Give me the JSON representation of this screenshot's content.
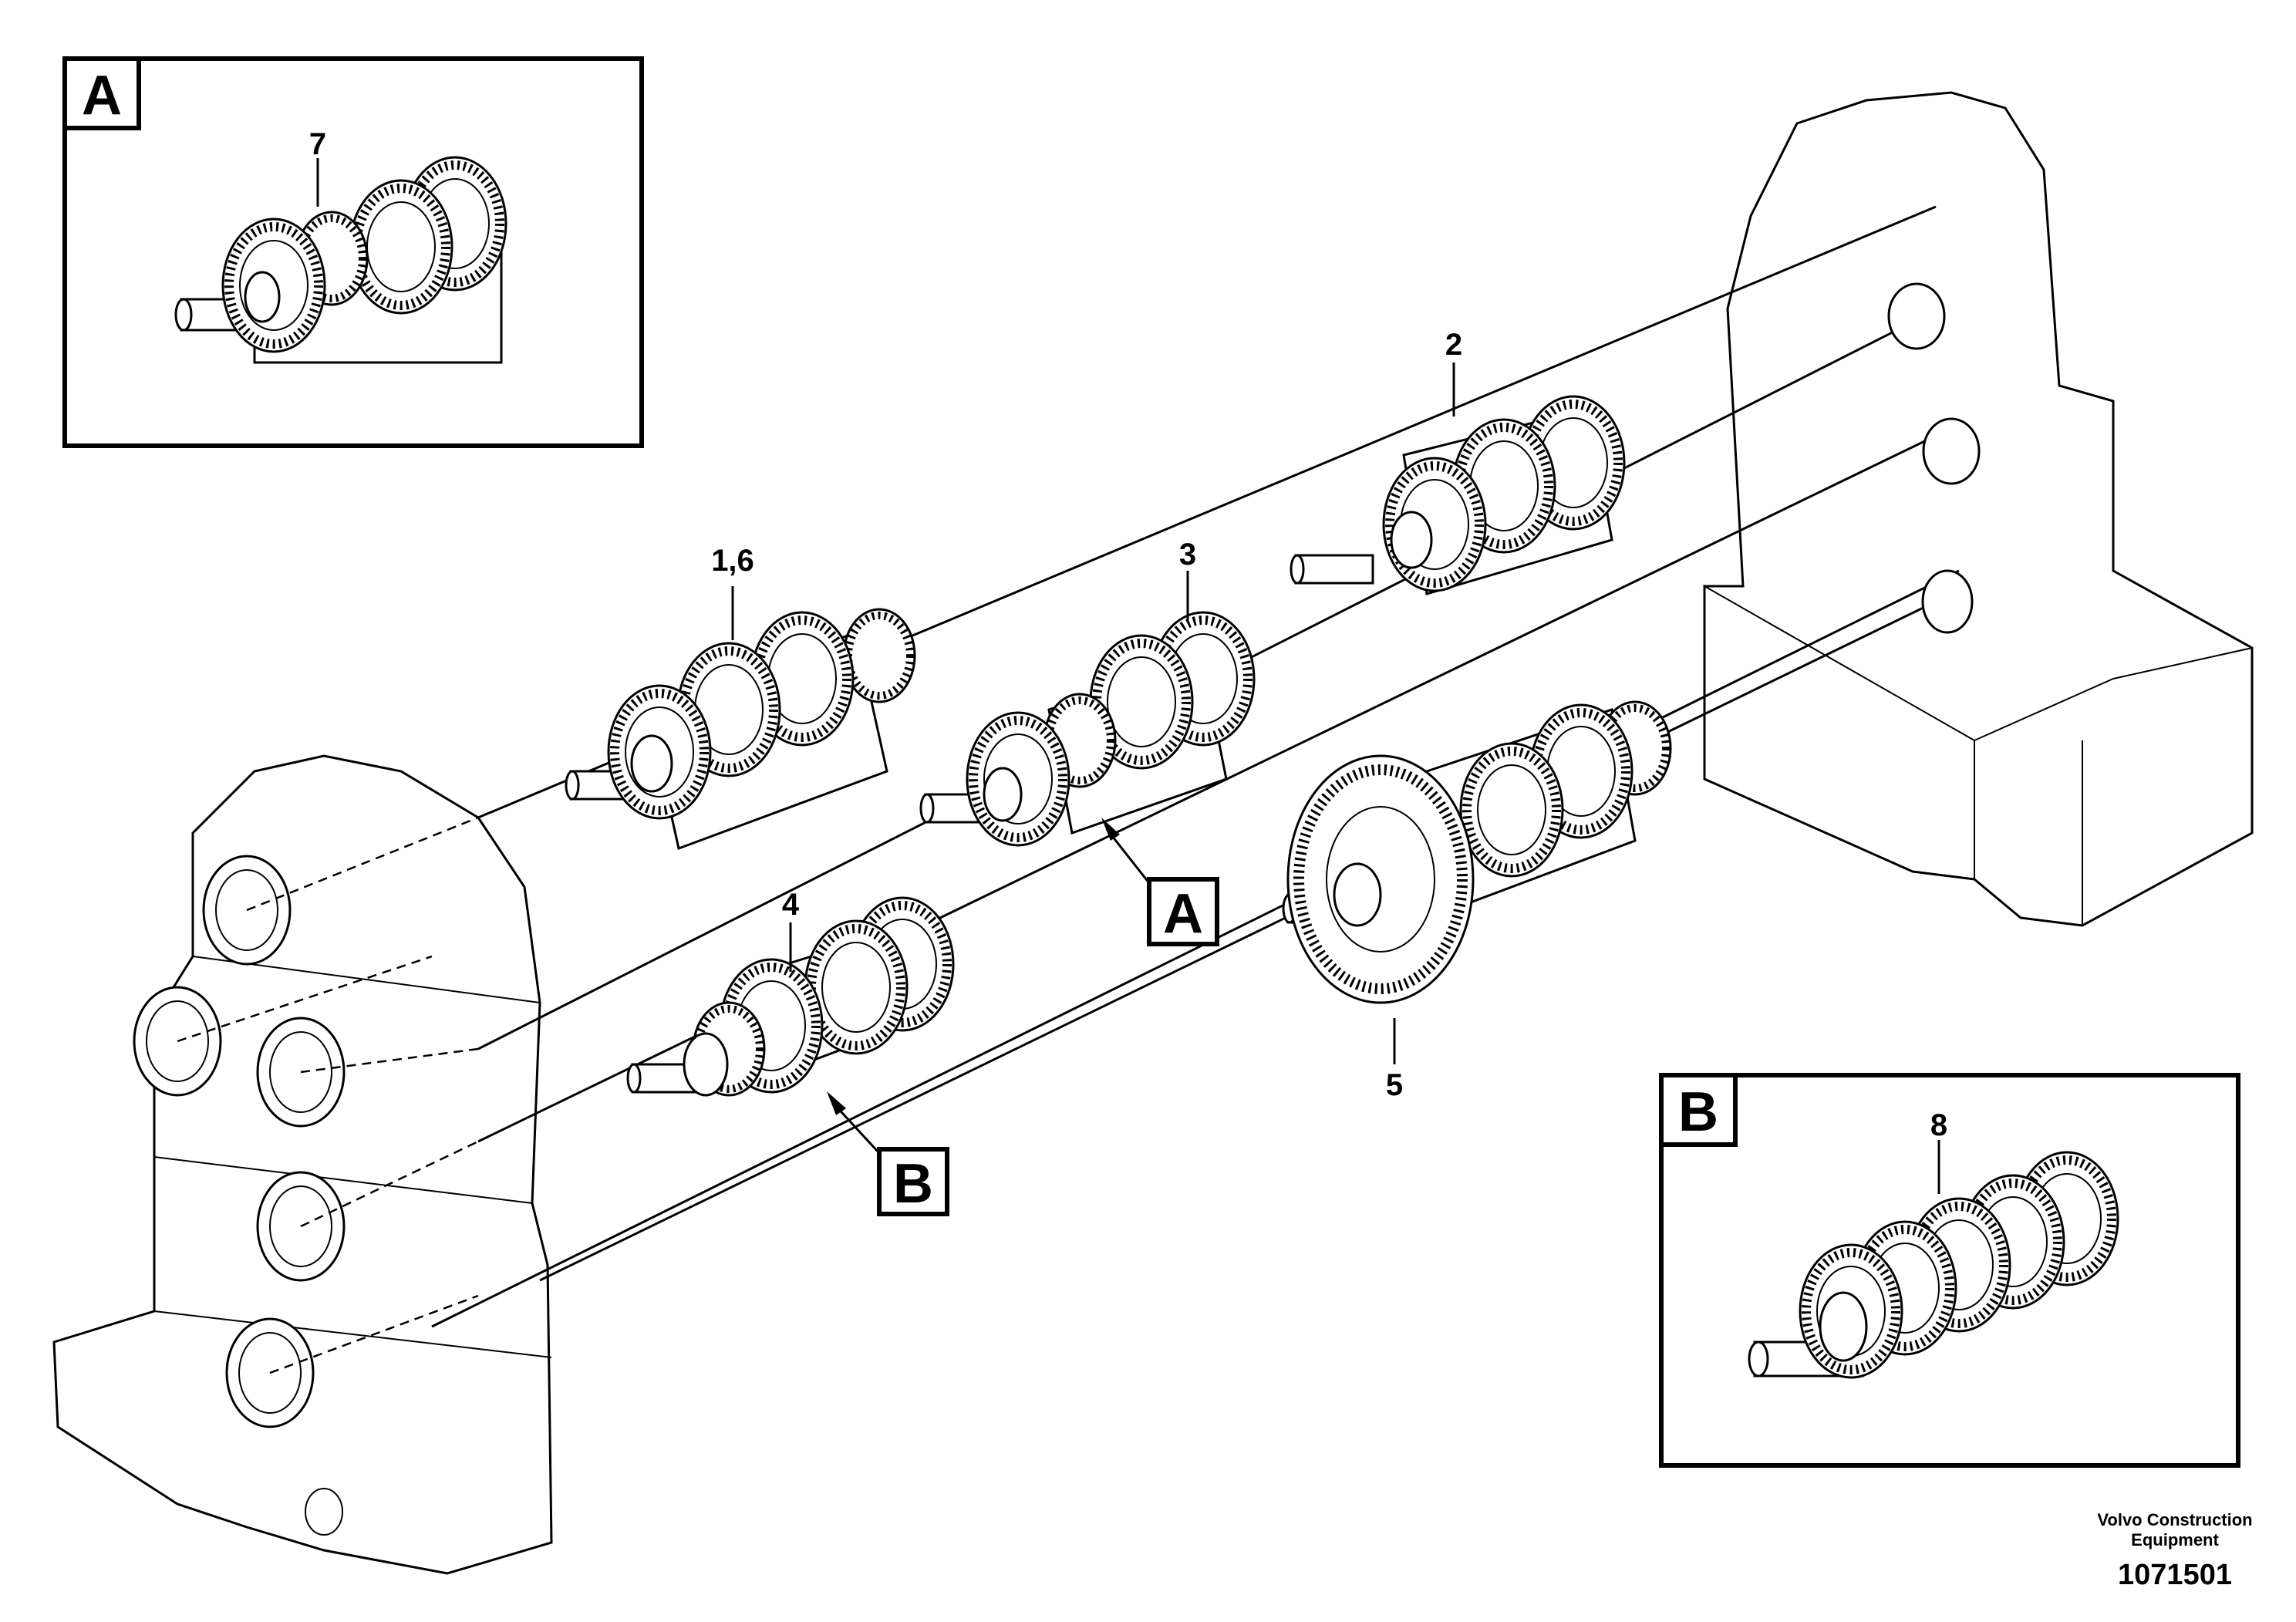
{
  "callouts": {
    "c1": "1,6",
    "c2": "2",
    "c3": "3",
    "c4": "4",
    "c5": "5",
    "c7": "7",
    "c8": "8"
  },
  "detail_tags": {
    "a_main": "A",
    "b_main": "B",
    "a_inset": "A",
    "b_inset": "B"
  },
  "footer": {
    "company_line1": "Volvo Construction",
    "company_line2": "Equipment",
    "drawing_number": "1071501"
  }
}
